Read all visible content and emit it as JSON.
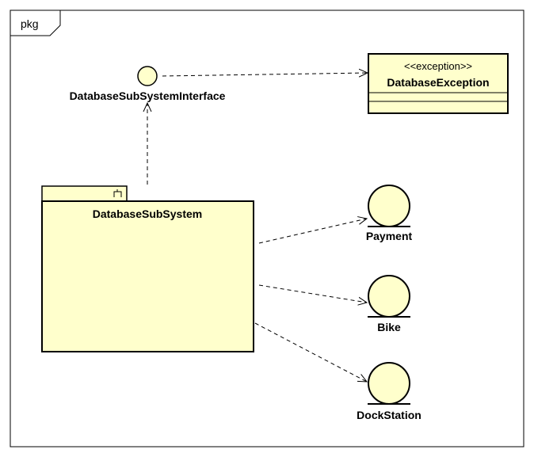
{
  "frame": {
    "label": "pkg"
  },
  "interface": {
    "name": "DatabaseSubSystemInterface"
  },
  "exception_class": {
    "stereotype": "<<exception>>",
    "name": "DatabaseException"
  },
  "subsystem": {
    "name": "DatabaseSubSystem"
  },
  "entities": [
    {
      "name": "Payment"
    },
    {
      "name": "Bike"
    },
    {
      "name": "DockStation"
    }
  ],
  "colors": {
    "fill": "#ffffcc",
    "stroke": "#000000",
    "background": "#ffffff"
  }
}
